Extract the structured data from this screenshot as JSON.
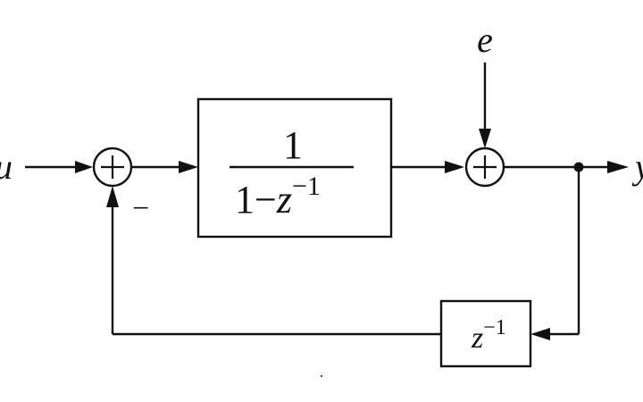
{
  "colors": {
    "ink": "#111111",
    "background": "#ffffff"
  },
  "signals": {
    "input": "u",
    "disturbance": "e",
    "output": "y"
  },
  "summing_junction_1": {
    "symbol": "+",
    "feedback_sign": "−"
  },
  "summing_junction_2": {
    "symbol": "+"
  },
  "integrator_block": {
    "numerator": "1",
    "denominator_lead": "1−",
    "denominator_var": "z",
    "denominator_exp": "−1"
  },
  "delay_block": {
    "var": "z",
    "exp": "−1"
  }
}
